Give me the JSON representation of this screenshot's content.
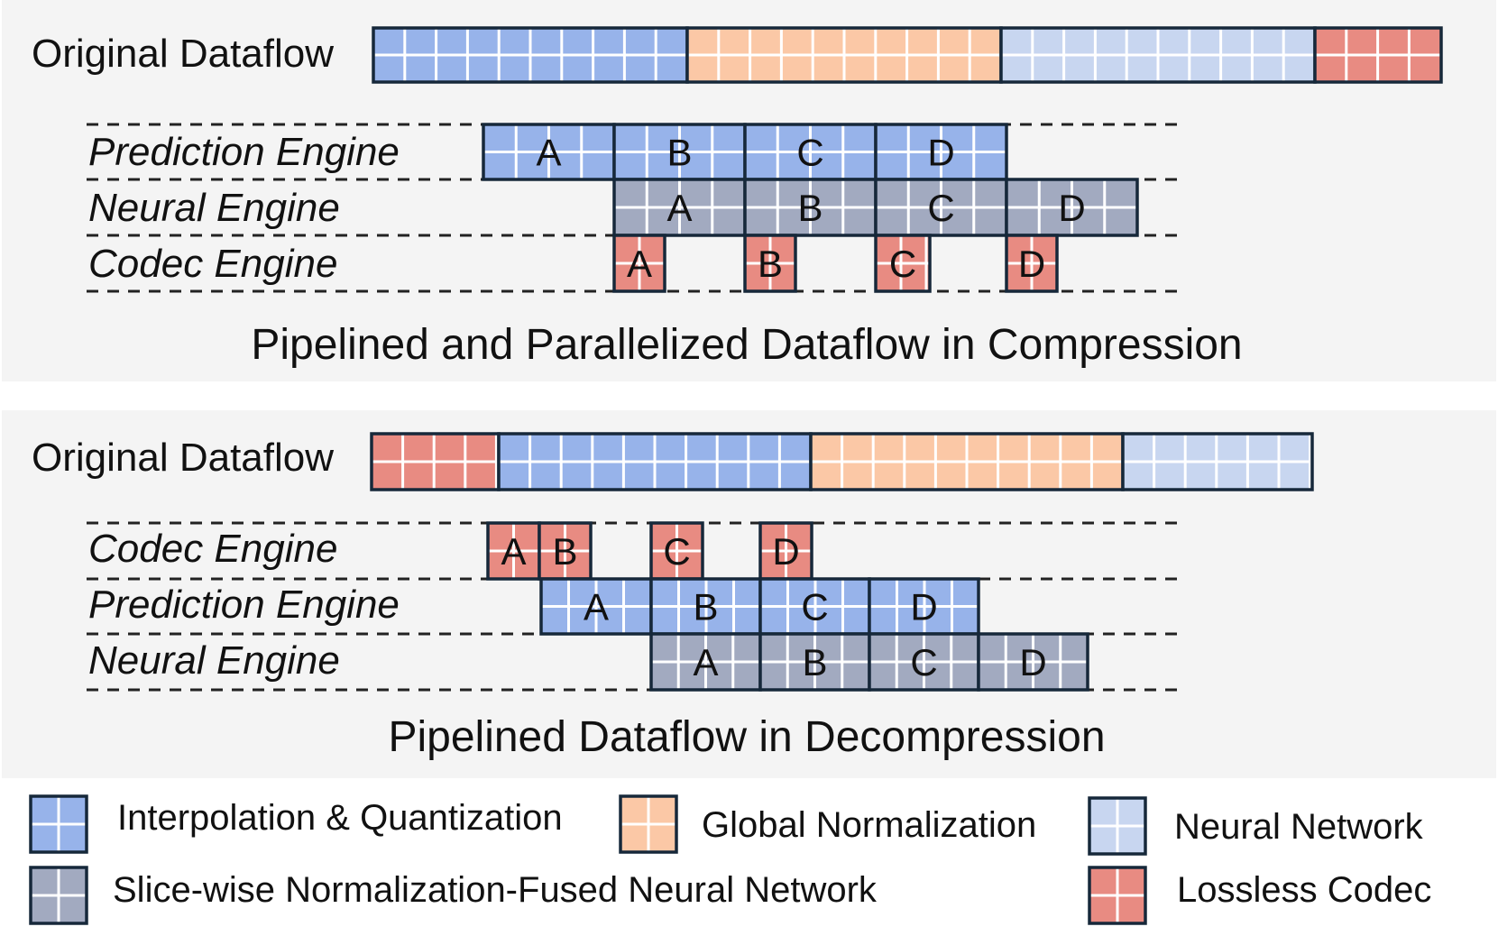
{
  "colors": {
    "interp_quant": "#97b3ea",
    "global_norm": "#fbc8a6",
    "neural_net": "#c8d6f0",
    "slice_fused": "#a2aac0",
    "lossless": "#e88b82",
    "outline": "#16283a",
    "panel_bg": "#f4f4f4"
  },
  "compression": {
    "original_label": "Original Dataflow",
    "caption": "Pipelined and Parallelized Dataflow in Compression",
    "rows": [
      "Prediction Engine",
      "Neural Engine",
      "Codec Engine"
    ],
    "letters": [
      "A",
      "B",
      "C",
      "D"
    ]
  },
  "decompression": {
    "original_label": "Original Dataflow",
    "caption": "Pipelined Dataflow in Decompression",
    "rows": [
      "Codec Engine",
      "Prediction Engine",
      "Neural Engine"
    ],
    "letters": [
      "A",
      "B",
      "C",
      "D"
    ]
  },
  "legend": {
    "interp_quant": "Interpolation & Quantization",
    "global_norm": "Global Normalization",
    "neural_net": "Neural Network",
    "slice_fused": "Slice-wise Normalization-Fused Neural Network",
    "lossless": "Lossless Codec"
  }
}
